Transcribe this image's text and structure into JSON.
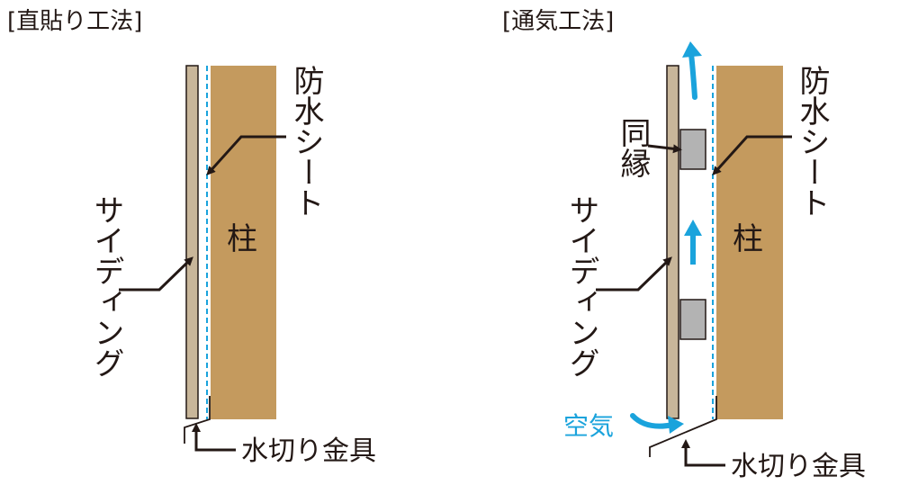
{
  "left_panel": {
    "title": "[直貼り工法]",
    "labels": {
      "waterproof_sheet": "防水シート",
      "siding": "サイディング",
      "pillar": "柱",
      "flashing": "水切り金具"
    }
  },
  "right_panel": {
    "title": "[通気工法]",
    "labels": {
      "waterproof_sheet": "防水シート",
      "furring": "同縁",
      "siding": "サイディング",
      "pillar": "柱",
      "air": "空気",
      "flashing": "水切り金具"
    }
  },
  "colors": {
    "pillar": "#c49a5e",
    "siding": "#c8b69a",
    "sheet_dash": "#1aa3dc",
    "arrow_air": "#1aa3dc",
    "furring": "#b3b3b3",
    "line": "#231815"
  }
}
